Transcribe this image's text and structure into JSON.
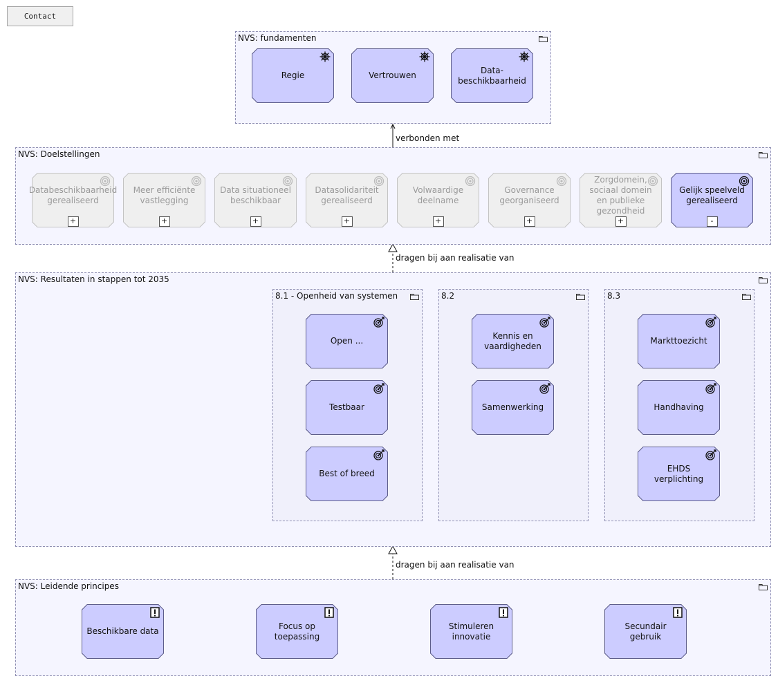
{
  "contact_button": "Contact",
  "groups": {
    "fundamenten": {
      "title": "NVS: fundamenten",
      "items": [
        "Regie",
        "Vertrouwen",
        "Data-\nbeschikbaarheid"
      ]
    },
    "doelstellingen": {
      "title": "NVS: Doelstellingen",
      "items": [
        {
          "label": "Databeschikbaarheid gerealiseerd",
          "toggle": "+"
        },
        {
          "label": "Meer efficiënte vastlegging",
          "toggle": "+"
        },
        {
          "label": "Data situationeel beschikbaar",
          "toggle": "+"
        },
        {
          "label": "Datasolidariteit gerealiseerd",
          "toggle": "+"
        },
        {
          "label": "Volwaardige deelname",
          "toggle": "+"
        },
        {
          "label": "Governance georganiseerd",
          "toggle": "+"
        },
        {
          "label": "Zorgdomein, sociaal domein en publieke gezondheid",
          "toggle": "+"
        },
        {
          "label": "Gelijk speelveld gerealiseerd",
          "toggle": "-"
        }
      ]
    },
    "resultaten": {
      "title": "NVS: Resultaten in stappen tot 2035",
      "subgroups": [
        {
          "title": "8.1 - Openheid van systemen",
          "items": [
            "Open ...",
            "Testbaar",
            "Best of breed"
          ]
        },
        {
          "title": "8.2",
          "items": [
            "Kennis en vaardigheden",
            "Samenwerking"
          ]
        },
        {
          "title": "8.3",
          "items": [
            "Markttoezicht",
            "Handhaving",
            "EHDS verplichting"
          ]
        }
      ]
    },
    "principes": {
      "title": "NVS: Leidende principes",
      "items": [
        "Beschikbare data",
        "Focus op toepassing",
        "Stimuleren innovatie",
        "Secundair gebruik"
      ]
    }
  },
  "relations": {
    "r1": "verbonden met",
    "r2": "dragen bij aan realisatie van",
    "r3": "dragen bij aan realisatie van"
  },
  "colors": {
    "element_fill": "#ccccff",
    "element_stroke": "#5c5c8a",
    "dim_fill": "#efefef",
    "dim_stroke": "#c4c4c4",
    "group_fill": "#f5f5ff",
    "group_border": "#8f8fb3"
  },
  "icons": {
    "driver": "helm-icon",
    "goal": "target-icon",
    "outcome": "target-arrow-icon",
    "principle": "exclamation-icon",
    "folder": "folder-icon"
  }
}
